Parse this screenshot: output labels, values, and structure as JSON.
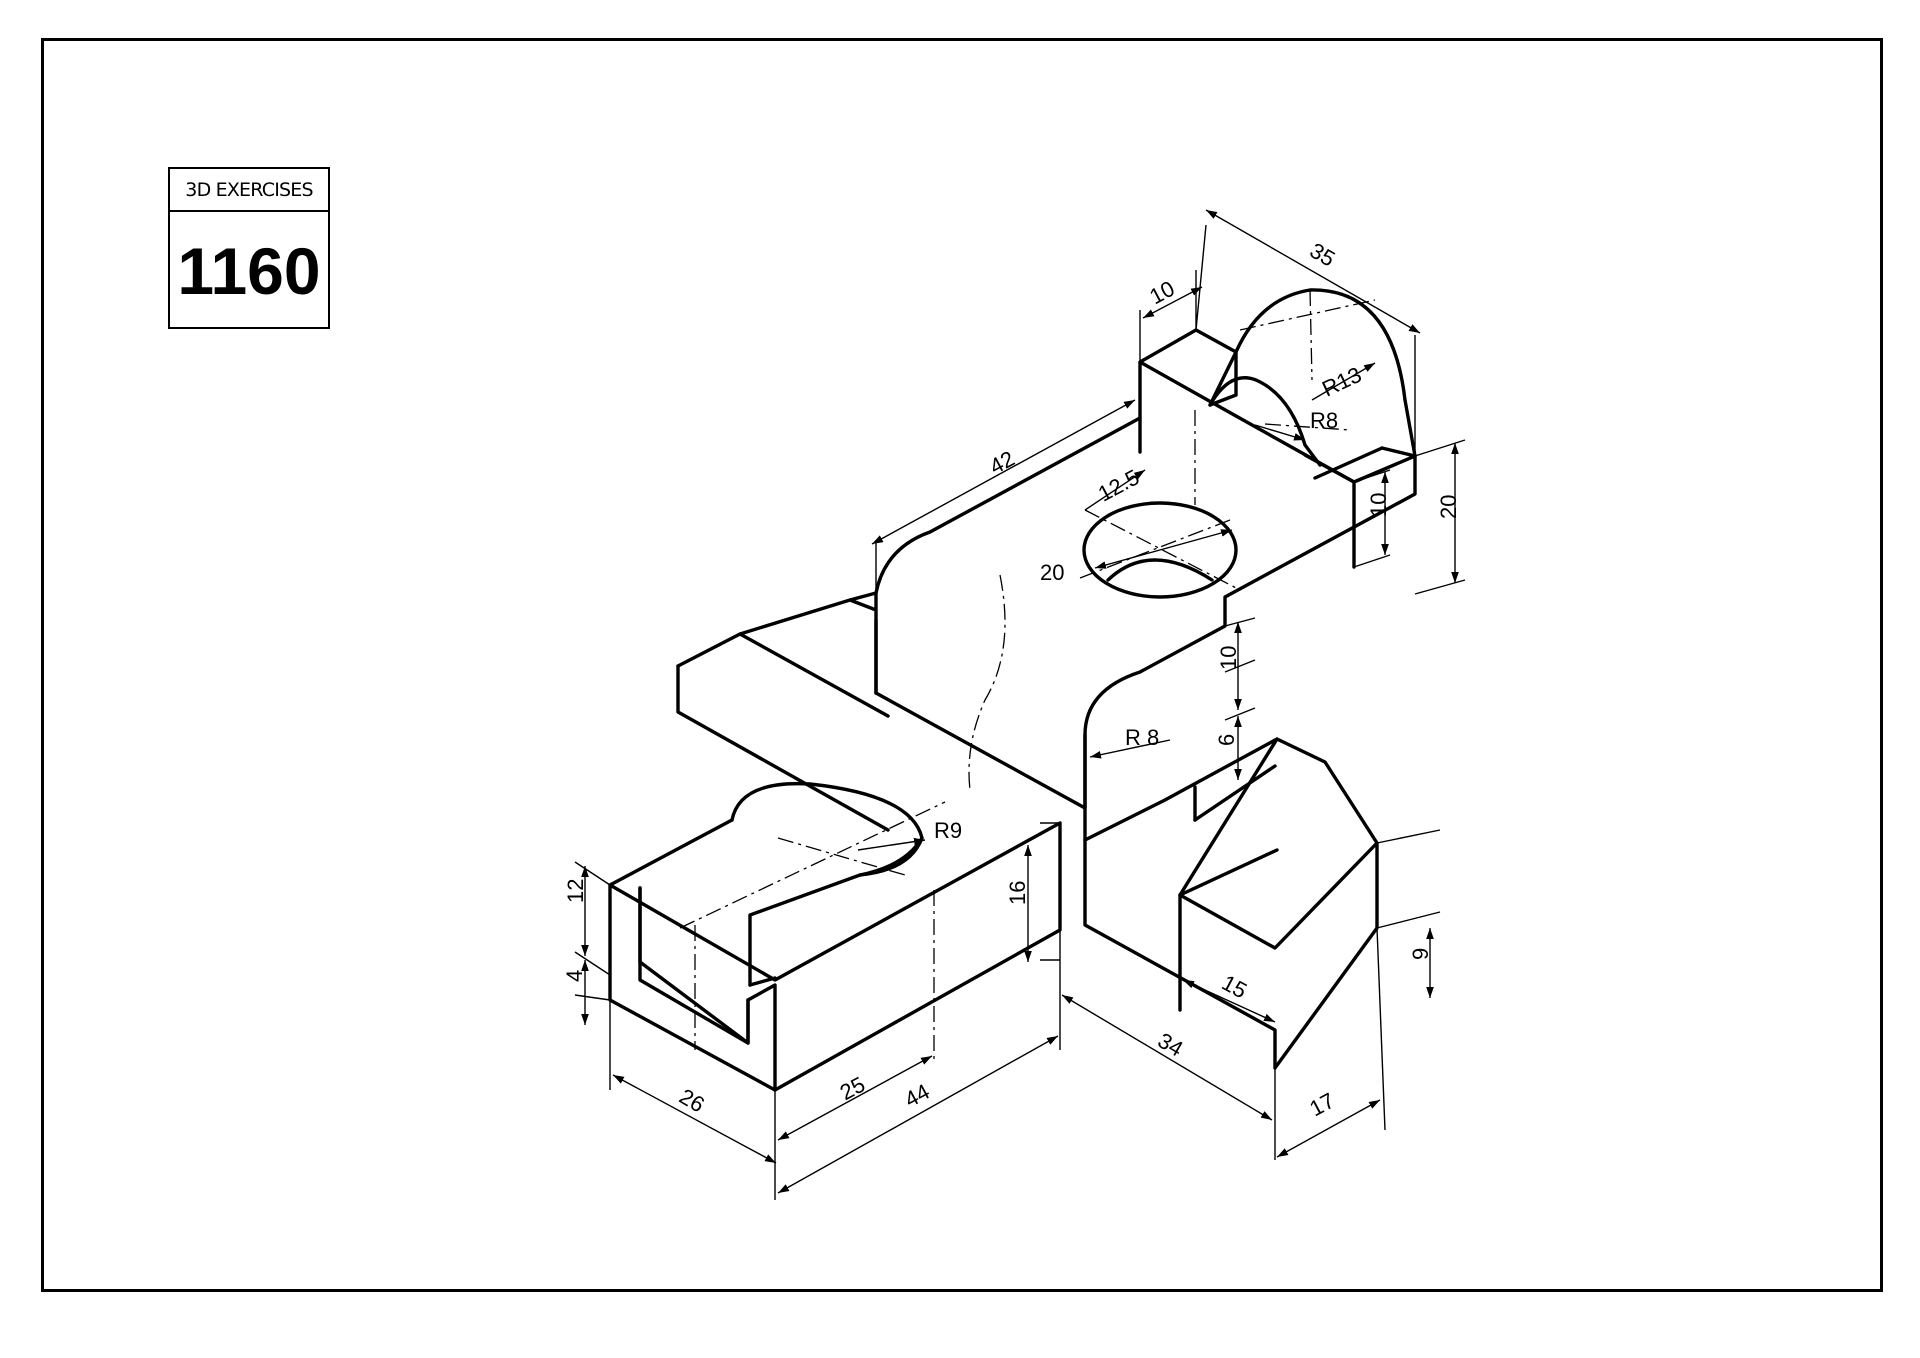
{
  "title_block": {
    "series": "3D EXERCISES",
    "number": "1160"
  },
  "dimensions": {
    "d35": "35",
    "d10_top": "10",
    "r13": "R13",
    "r8_top": "R8",
    "d42": "42",
    "d12_5": "12.5",
    "d20_hole": "20",
    "d10_right": "10",
    "d20_right": "20",
    "d10_step": "10",
    "d6": "6",
    "r8_mid": "R 8",
    "r9": "R9",
    "d16": "16",
    "d12": "12",
    "d4": "4",
    "d26": "26",
    "d25": "25",
    "d44": "44",
    "d34": "34",
    "d15": "15",
    "d9": "9",
    "d17": "17"
  }
}
